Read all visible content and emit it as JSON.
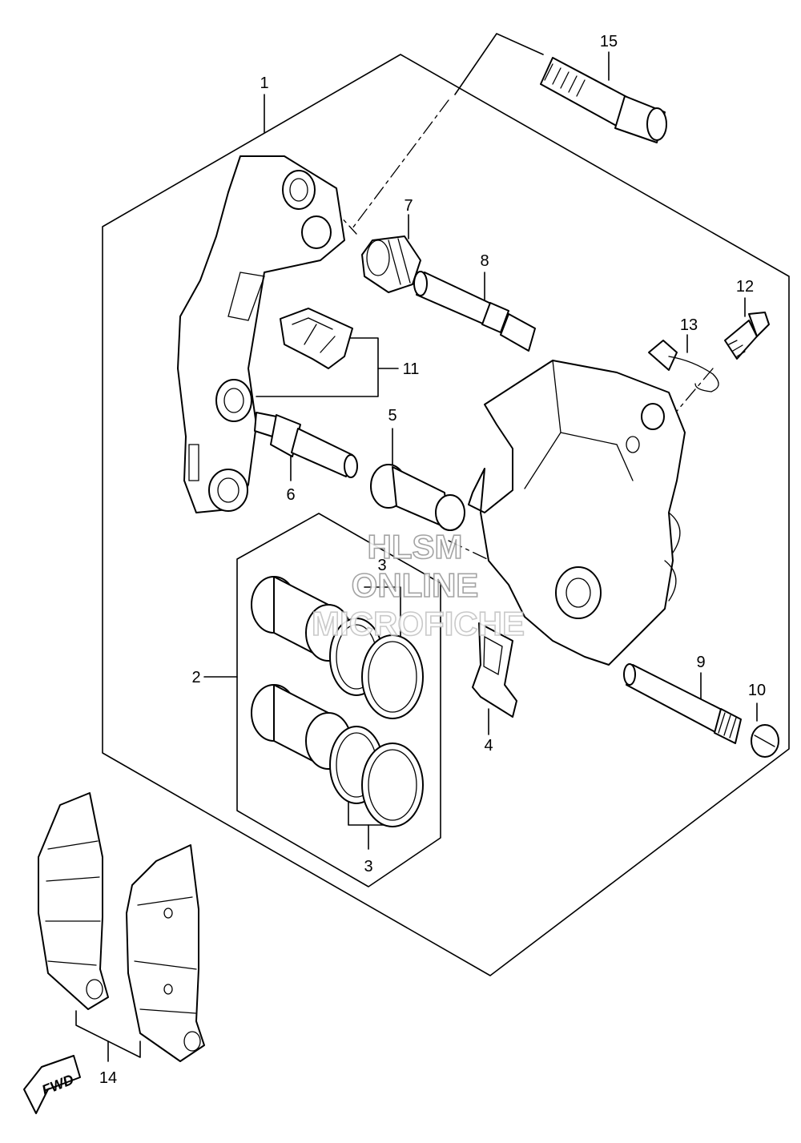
{
  "diagram": {
    "callouts": {
      "c1": "1",
      "c2": "2",
      "c3_top": "3",
      "c3_bottom": "3",
      "c4": "4",
      "c5": "5",
      "c6": "6",
      "c7": "7",
      "c8": "8",
      "c9": "9",
      "c10": "10",
      "c11": "11",
      "c12": "12",
      "c13": "13",
      "c14": "14",
      "c15": "15"
    },
    "fwd_label": "FWD",
    "watermark": {
      "line1": "HLSM",
      "line2": "ONLINE",
      "line3": "MICROFICHE"
    }
  }
}
